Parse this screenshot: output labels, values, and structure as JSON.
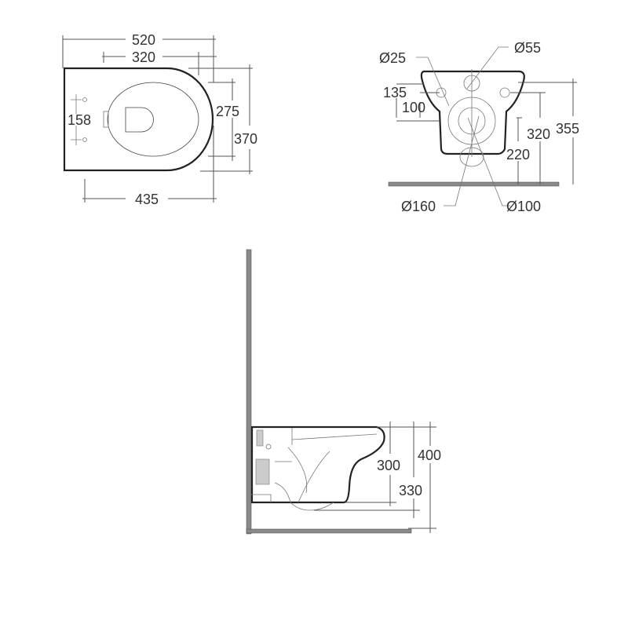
{
  "top_view": {
    "overall_length": "520",
    "bowl_length": "320",
    "bowl_width": "275",
    "overall_width": "370",
    "fixing_spacing": "158",
    "fixing_to_front": "435"
  },
  "front_view": {
    "outlet_inlet": "Ø55",
    "fixing_hole": "Ø25",
    "fixing_height_a": "135",
    "fixing_height_b": "100",
    "outlet_height": "320",
    "overall_height": "355",
    "waste_height": "220",
    "waste_outer": "Ø160",
    "waste_inner": "Ø100"
  },
  "side_view": {
    "rim_height_a": "300",
    "rim_height_b": "400",
    "outlet_height": "330"
  },
  "colors": {
    "line": "#222222",
    "wall_floor": "#8a8a8a"
  }
}
